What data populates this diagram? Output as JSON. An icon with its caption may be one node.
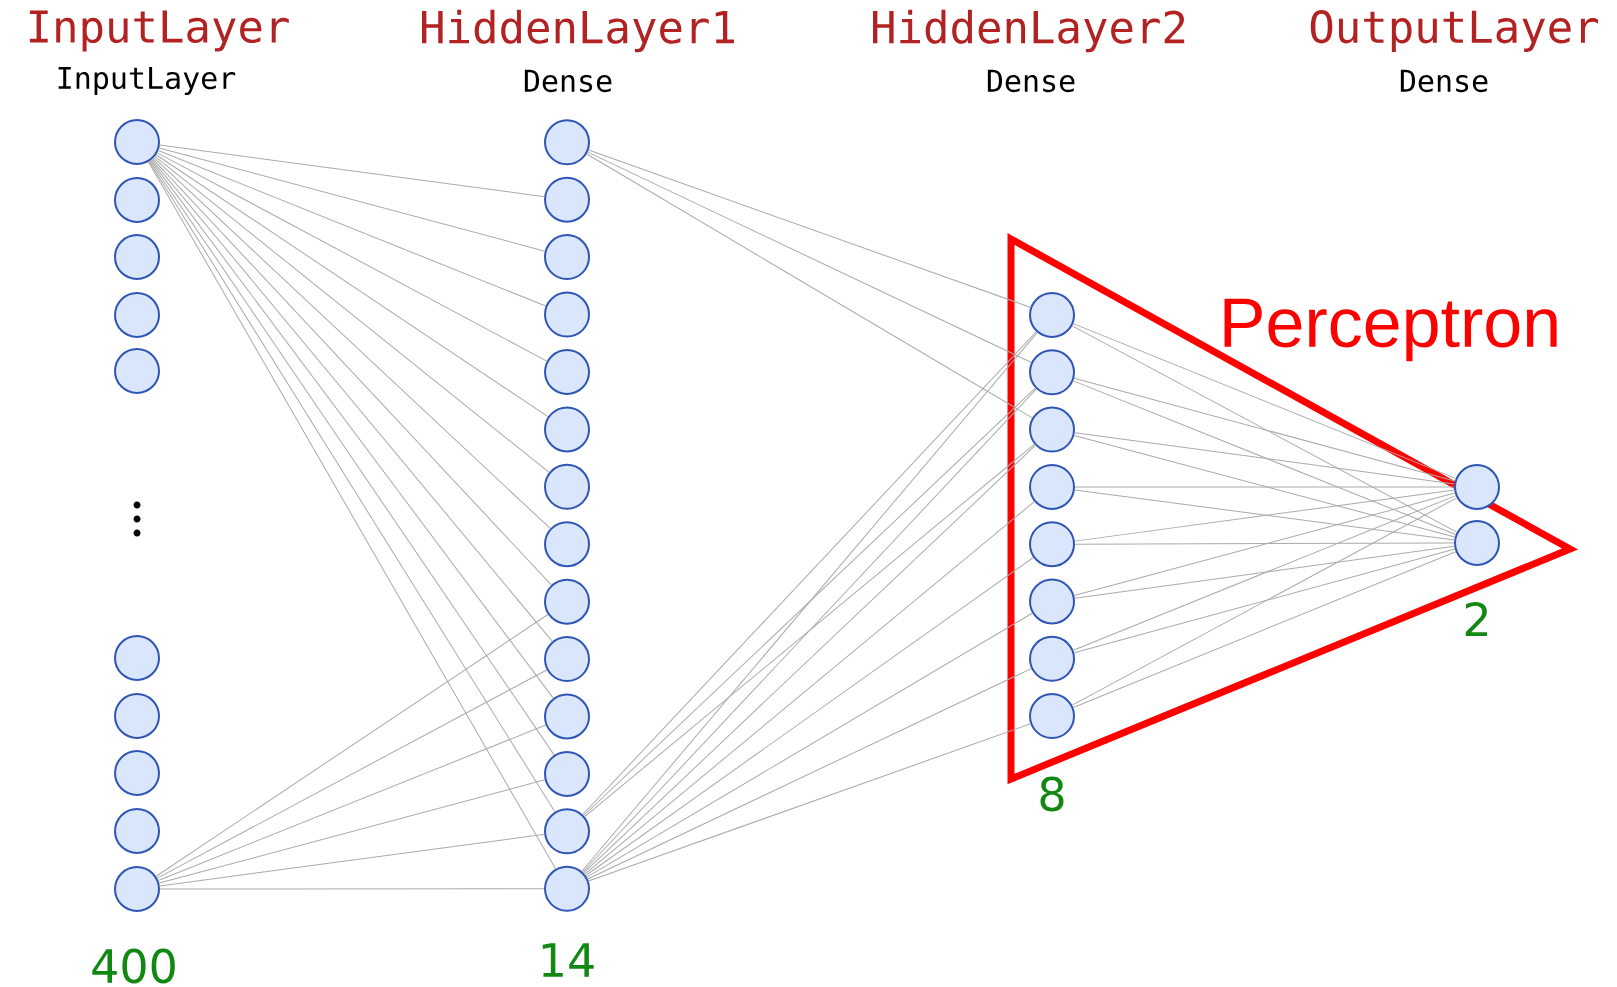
{
  "diagram": {
    "nodes": [
      {
        "text": [],
        "shape": "circle"
      },
      {
        "text": [],
        "shape": "circle"
      },
      {
        "text": [],
        "shape": "circle"
      },
      {
        "text": [],
        "shape": "circle"
      },
      {
        "text": [],
        "shape": "circle"
      },
      {
        "text": [],
        "shape": "circle"
      },
      {
        "text": [],
        "shape": "circle"
      },
      {
        "text": [],
        "shape": "circle"
      },
      {
        "text": [],
        "shape": "circle"
      },
      {
        "text": [],
        "shape": "circle"
      },
      {
        "text": [],
        "shape": "circle"
      },
      {
        "text": [],
        "shape": "circle"
      },
      {
        "text": [],
        "shape": "circle"
      },
      {
        "text": [],
        "shape": "circle"
      },
      {
        "text": [],
        "shape": "circle"
      },
      {
        "text": [],
        "shape": "circle"
      },
      {
        "text": [],
        "shape": "circle"
      },
      {
        "text": [],
        "shape": "circle"
      },
      {
        "text": [],
        "shape": "circle"
      },
      {
        "text": [],
        "shape": "circle"
      },
      {
        "text": [],
        "shape": "circle"
      },
      {
        "text": [],
        "shape": "circle"
      },
      {
        "text": [],
        "shape": "circle"
      },
      {
        "text": [],
        "shape": "circle"
      },
      {
        "text": [
          "Perceptron"
        ]
      },
      {
        "text": [],
        "shape": "circle",
        "in": 24
      },
      {
        "text": [],
        "shape": "circle",
        "in": 24
      },
      {
        "text": [],
        "shape": "circle",
        "in": 24
      },
      {
        "text": [],
        "shape": "circle",
        "in": 24
      },
      {
        "text": [],
        "shape": "circle",
        "in": 24
      },
      {
        "text": [],
        "shape": "circle",
        "in": 24
      },
      {
        "text": [],
        "shape": "circle",
        "in": 24
      },
      {
        "text": [],
        "shape": "circle",
        "in": 24
      },
      {
        "text": [],
        "shape": "circle"
      },
      {
        "text": [],
        "shape": "circle",
        "in": 24
      }
    ],
    "edges": [
      {
        "from": 0,
        "to": 11,
        "arrow": "none"
      },
      {
        "from": 0,
        "to": 12,
        "arrow": "none"
      },
      {
        "from": 0,
        "to": 13,
        "arrow": "none"
      },
      {
        "from": 0,
        "to": 14,
        "arrow": "none"
      },
      {
        "from": 0,
        "to": 15,
        "arrow": "none"
      },
      {
        "from": 0,
        "to": 16,
        "arrow": "none"
      },
      {
        "from": 0,
        "to": 17,
        "arrow": "none"
      },
      {
        "from": 0,
        "to": 18,
        "arrow": "none"
      },
      {
        "from": 0,
        "to": 19,
        "arrow": "none"
      },
      {
        "from": 0,
        "to": 20,
        "arrow": "none"
      },
      {
        "from": 0,
        "to": 21,
        "arrow": "none"
      },
      {
        "from": 0,
        "to": 22,
        "arrow": "none"
      },
      {
        "from": 0,
        "to": 23,
        "arrow": "none"
      },
      {
        "from": 9,
        "to": 18,
        "arrow": "none"
      },
      {
        "from": 9,
        "to": 19,
        "arrow": "none"
      },
      {
        "from": 9,
        "to": 20,
        "arrow": "none"
      },
      {
        "from": 9,
        "to": 21,
        "arrow": "none"
      },
      {
        "from": 9,
        "to": 22,
        "arrow": "none"
      },
      {
        "from": 9,
        "to": 23,
        "arrow": "none"
      },
      {
        "from": 10,
        "to": 25,
        "arrow": "none"
      },
      {
        "from": 10,
        "to": 26,
        "arrow": "none"
      },
      {
        "from": 10,
        "to": 27,
        "arrow": "none"
      },
      {
        "from": 22,
        "to": 25,
        "arrow": "none"
      },
      {
        "from": 22,
        "to": 26,
        "arrow": "none"
      },
      {
        "from": 22,
        "to": 27,
        "arrow": "none"
      },
      {
        "from": 23,
        "to": 25,
        "arrow": "none"
      },
      {
        "from": 23,
        "to": 26,
        "arrow": "none"
      },
      {
        "from": 23,
        "to": 27,
        "arrow": "none"
      },
      {
        "from": 23,
        "to": 28,
        "arrow": "none"
      },
      {
        "from": 23,
        "to": 29,
        "arrow": "none"
      },
      {
        "from": 23,
        "to": 30,
        "arrow": "none"
      },
      {
        "from": 23,
        "to": 31,
        "arrow": "none"
      },
      {
        "from": 23,
        "to": 32,
        "arrow": "none"
      },
      {
        "from": 25,
        "to": 33,
        "arrow": "none"
      },
      {
        "from": 25,
        "to": 34,
        "arrow": "none"
      },
      {
        "from": 26,
        "to": 33,
        "arrow": "none"
      },
      {
        "from": 26,
        "to": 34,
        "arrow": "none"
      },
      {
        "from": 27,
        "to": 33,
        "arrow": "none"
      },
      {
        "from": 27,
        "to": 34,
        "arrow": "none"
      },
      {
        "from": 28,
        "to": 33,
        "arrow": "none"
      },
      {
        "from": 28,
        "to": 34,
        "arrow": "none"
      },
      {
        "from": 29,
        "to": 33,
        "arrow": "none"
      },
      {
        "from": 29,
        "to": 34,
        "arrow": "none"
      },
      {
        "from": 30,
        "to": 33,
        "arrow": "none"
      },
      {
        "from": 30,
        "to": 34,
        "arrow": "none"
      },
      {
        "from": 31,
        "to": 33,
        "arrow": "none"
      },
      {
        "from": 31,
        "to": 34,
        "arrow": "none"
      },
      {
        "from": 32,
        "to": 33,
        "arrow": "none"
      },
      {
        "from": 32,
        "to": 34,
        "arrow": "none"
      }
    ],
    "labels": [
      "InputLayer",
      "HiddenLayer1",
      "HiddenLayer2",
      "OutputLayer",
      "InputLayer",
      "Dense",
      "Dense",
      "Dense",
      "400",
      "14",
      "8",
      "2"
    ]
  }
}
